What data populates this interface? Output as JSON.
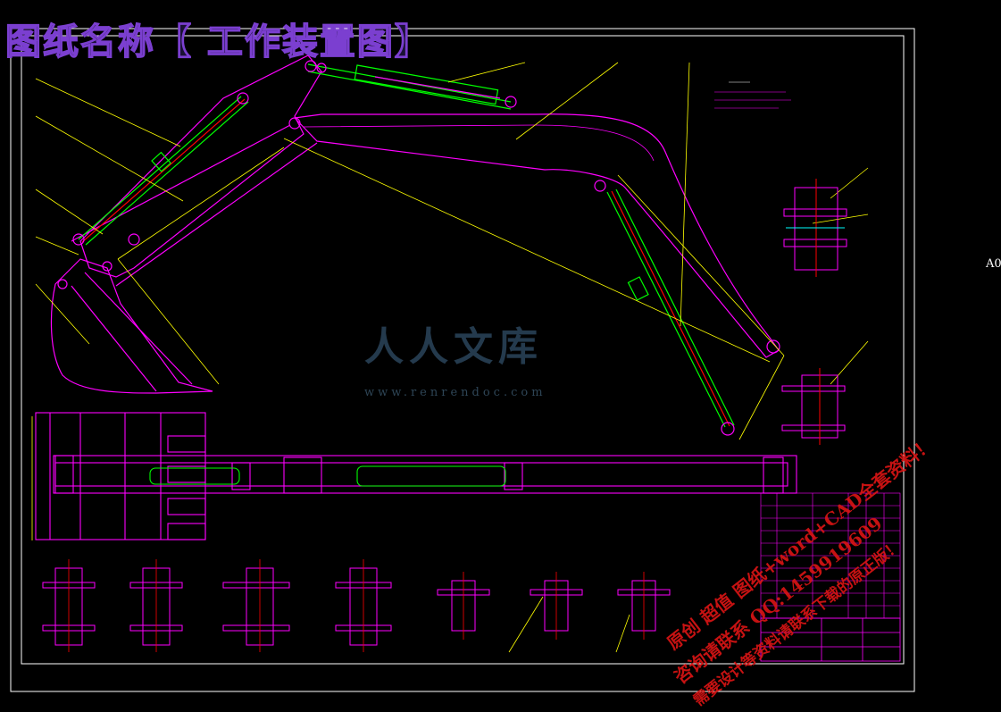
{
  "drawing": {
    "title": "图纸名称【 工作装置图】",
    "sheet_size": "A0"
  },
  "watermark": {
    "logo_text": "人人文库",
    "logo_url": "www.renrendoc.com",
    "lines": [
      "原创 超值 图纸+word+CAD全套资料！",
      "咨询请联系 QQ:1459919609",
      "需要设计等资料请联系下载的原正版！"
    ]
  },
  "colors": {
    "background": "#000000",
    "frame": "#ffffff",
    "linkage": "#ff00ff",
    "cylinder": "#00ff00",
    "leader": "#ffff00",
    "title_stroke": "#7b3fd0",
    "watermark": "#dc1414"
  }
}
